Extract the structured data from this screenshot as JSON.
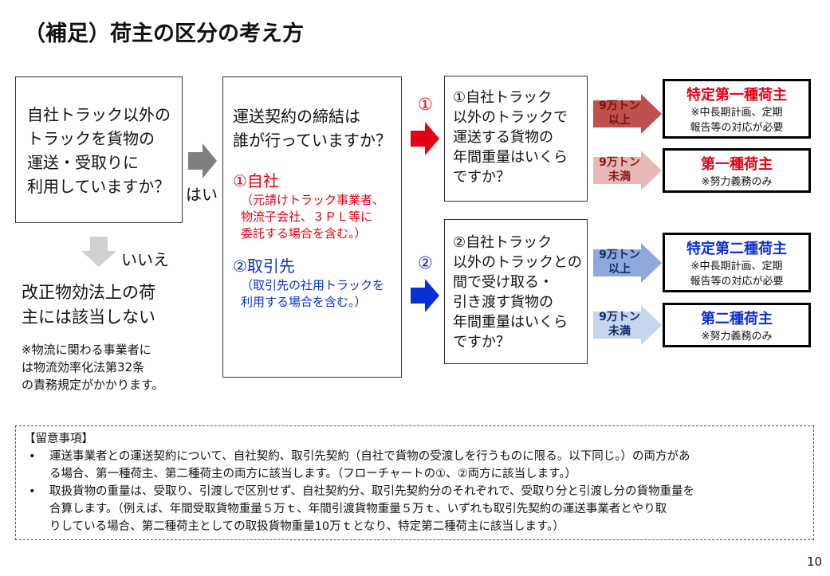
{
  "title": "（補足）荷主の区分の考え方",
  "q1": {
    "lines": [
      "自社トラック以外の",
      "トラックを貨物の",
      "運送・受取りに",
      "利用していますか？"
    ]
  },
  "yes_label": "はい",
  "no_label": "いいえ",
  "no_result": {
    "lines": [
      "改正物効法上の荷",
      "主には該当しない"
    ]
  },
  "no_note": {
    "lines": [
      "※物流に関わる事業者に",
      "は物流効率化法第32条",
      "の責務規定がかかります。"
    ]
  },
  "q2": {
    "lines": [
      "運送契約の締結は",
      "誰が行っていますか？"
    ],
    "opt1": {
      "label": "①自社",
      "sub": [
        "（元請けトラック事業者、",
        "物流子会社、３ＰＬ等に",
        "委託する場合を含む。）"
      ]
    },
    "opt2": {
      "label": "②取引先",
      "sub": [
        "（取引先の社用トラックを",
        "利用する場合を含む。）"
      ]
    }
  },
  "branch1_mark": "①",
  "branch2_mark": "②",
  "q3": {
    "lines": [
      "①自社トラック",
      "以外のトラックで",
      "運送する貨物の",
      "年間重量はいくら",
      "ですか？"
    ]
  },
  "q4": {
    "lines": [
      "②自社トラック",
      "以外のトラックとの",
      "間で受け取る・",
      "引き渡す貨物の",
      "年間重量はいくら",
      "ですか？"
    ]
  },
  "thresholds": {
    "over": [
      "9万トン",
      "以上"
    ],
    "under": [
      "9万トン",
      "未満"
    ]
  },
  "results": {
    "r1": {
      "title": "特定第一種荷主",
      "desc": [
        "※中長期計画、定期",
        "報告等の対応が必要"
      ]
    },
    "r2": {
      "title": "第一種荷主",
      "desc": [
        "※努力義務のみ"
      ]
    },
    "r3": {
      "title": "特定第二種荷主",
      "desc": [
        "※中長期計画、定期",
        "報告等の対応が必要"
      ]
    },
    "r4": {
      "title": "第二種荷主",
      "desc": [
        "※努力義務のみ"
      ]
    }
  },
  "notes": {
    "heading": "【留意事項】",
    "items": [
      [
        "運送事業者との運送契約について、自社契約、取引先契約（自社で貨物の受渡しを行うものに限る。以下同じ。）の両方があ",
        "る場合、第一種荷主、第二種荷主の両方に該当します。（フローチャートの①、②両方に該当します。）"
      ],
      [
        "取扱貨物の重量は、受取り、引渡しで区別せず、自社契約分、取引先契約分のそれぞれで、受取り分と引渡し分の貨物重量を",
        "合算します。（例えば、年間受取貨物重量５万ｔ、年間引渡貨物重量５万ｔ、いずれも取引先契約の運送事業者とやり取",
        "りしている場合、第二種荷主としての取扱貨物重量10万ｔとなり、特定第二種荷主に該当します。）"
      ]
    ]
  },
  "page_number": "10",
  "colors": {
    "red": "#e60012",
    "blue": "#0b2fd6",
    "dark_red_arrow": "#c0504d",
    "light_red_arrow": "#e6b9b8",
    "blue_arrow": "#8eaadb",
    "light_blue_arrow": "#c5d5ee",
    "gray_arrow": "#7f7f7f",
    "light_gray_arrow": "#d0d0d0"
  }
}
